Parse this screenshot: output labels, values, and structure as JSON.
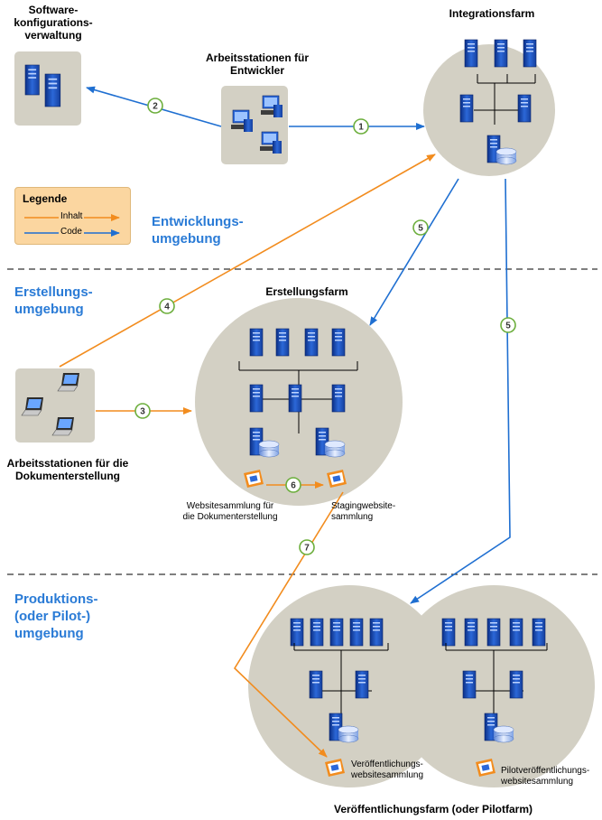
{
  "labels": {
    "software_config": "Software-\nkonfigurations-\nverwaltung",
    "dev_workstations": "Arbeitsstationen für\nEntwickler",
    "integration_farm": "Integrationsfarm",
    "authoring_farm": "Erstellungsfarm",
    "authoring_workstations": "Arbeitsstationen für die\nDokumenterstellung",
    "authoring_site": "Websitesammlung für\ndie Dokumenterstellung",
    "staging_site": "Stagingwebsite-\nsammlung",
    "publishing_site": "Veröffentlichungs-\nwebsitesammlung",
    "pilot_site": "Pilotveröffentlichungs-\nwebsitesammlung",
    "publishing_farm": "Veröffentlichungsfarm (oder Pilotfarm)"
  },
  "environments": {
    "dev": "Entwicklungs-\numgebung",
    "authoring": "Erstellungs-\numgebung",
    "production": "Produktions-\n(oder Pilot-)\numgebung"
  },
  "legend": {
    "title": "Legende",
    "content": "Inhalt",
    "code": "Code"
  },
  "steps": [
    "1",
    "2",
    "3",
    "4",
    "5",
    "5",
    "6",
    "7"
  ],
  "colors": {
    "content": "#f28c1e",
    "code": "#1f6fd1",
    "env_text": "#2a7bd6",
    "farm_fill": "#d3d0c4",
    "legend_fill": "#fbd6a0",
    "step_circle": "#6cae3c"
  }
}
